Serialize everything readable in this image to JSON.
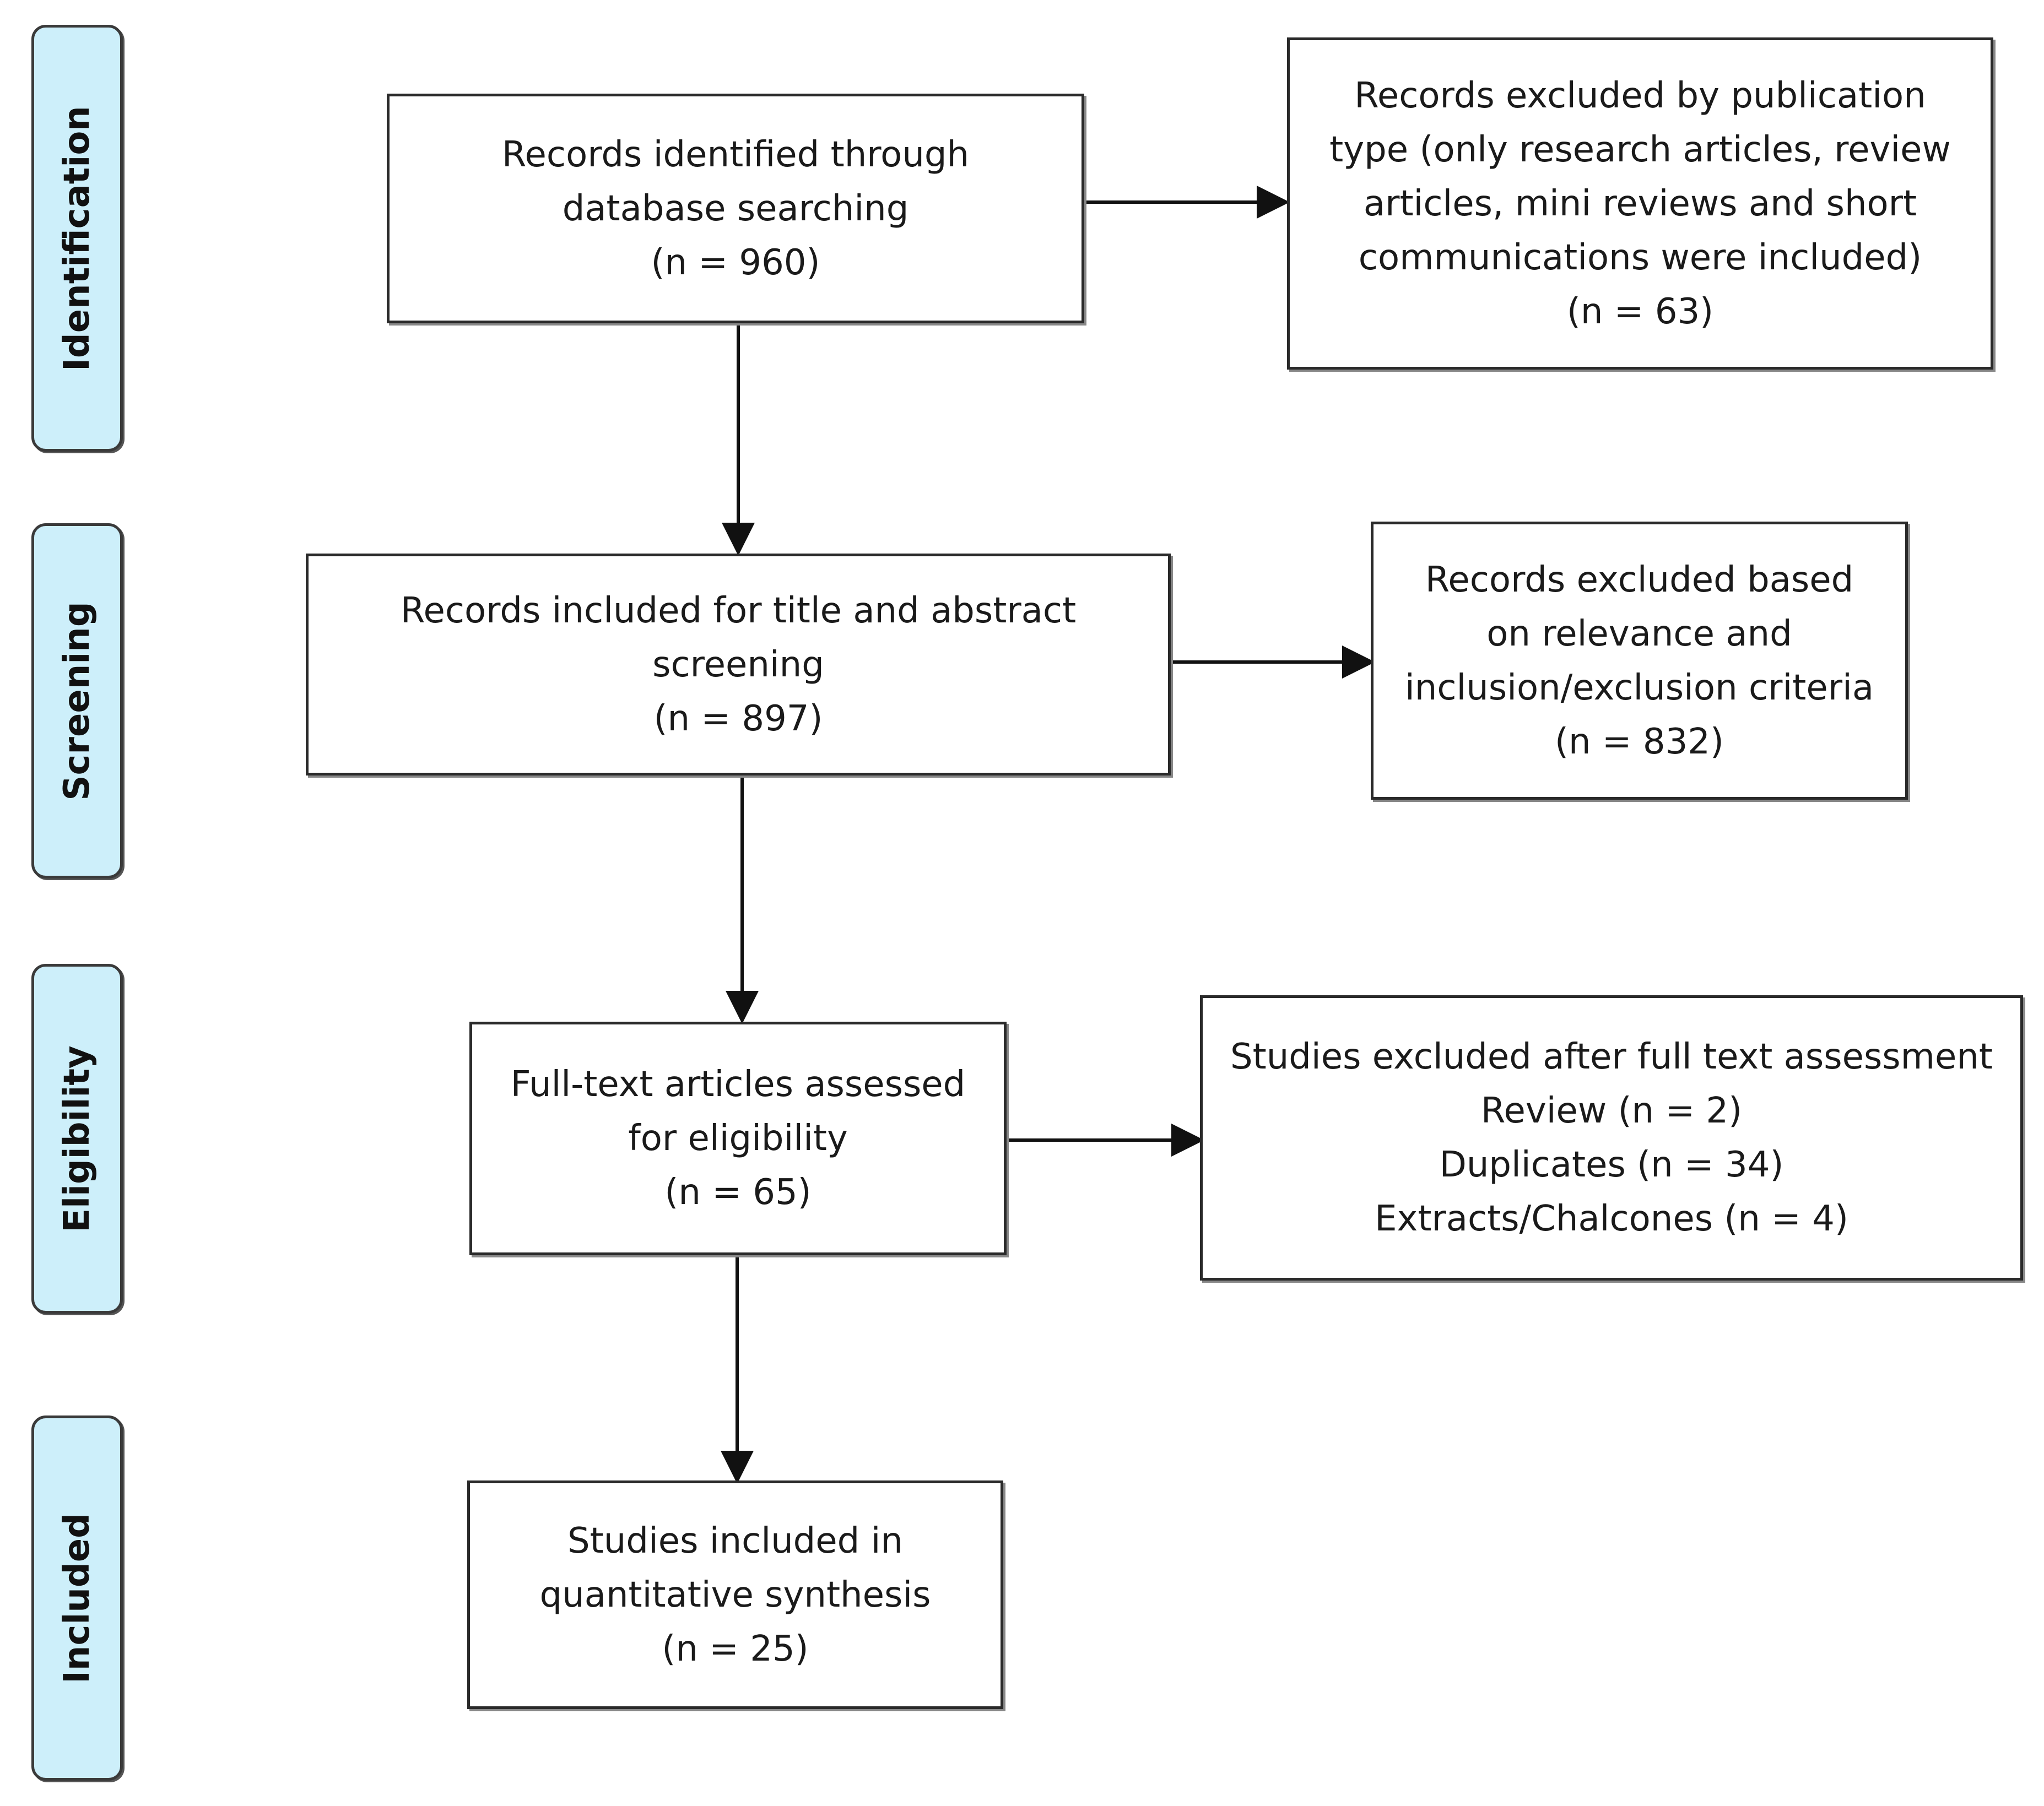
{
  "stages": {
    "identification": "Identification",
    "screening": "Screening",
    "eligibility": "Eligibility",
    "included": "Included"
  },
  "boxes": {
    "identified": {
      "lines": [
        "Records identified through",
        "database searching",
        "(n = 960)"
      ]
    },
    "excluded_publication": {
      "lines": [
        "Records excluded by publication",
        "type (only research articles, review",
        "articles, mini reviews and short",
        "communications were included)",
        "(n = 63)"
      ]
    },
    "screened": {
      "lines": [
        "Records included for title and abstract",
        "screening",
        "(n =  897)"
      ]
    },
    "excluded_relevance": {
      "lines": [
        "Records excluded based",
        "on relevance and",
        "inclusion/exclusion criteria",
        "(n = 832)"
      ]
    },
    "fulltext": {
      "lines": [
        "Full-text articles assessed",
        "for eligibility",
        "(n = 65)"
      ]
    },
    "excluded_fulltext": {
      "lines": [
        "Studies excluded after full text assessment",
        "Review (n = 2)",
        "Duplicates (n = 34)",
        "Extracts/Chalcones (n = 4)"
      ]
    },
    "included": {
      "lines": [
        "Studies included in",
        "quantitative synthesis",
        "(n = 25)"
      ]
    }
  },
  "colors": {
    "stage_fill": "#cdeffa",
    "border": "#2a2a2a",
    "arrow": "#111111"
  }
}
